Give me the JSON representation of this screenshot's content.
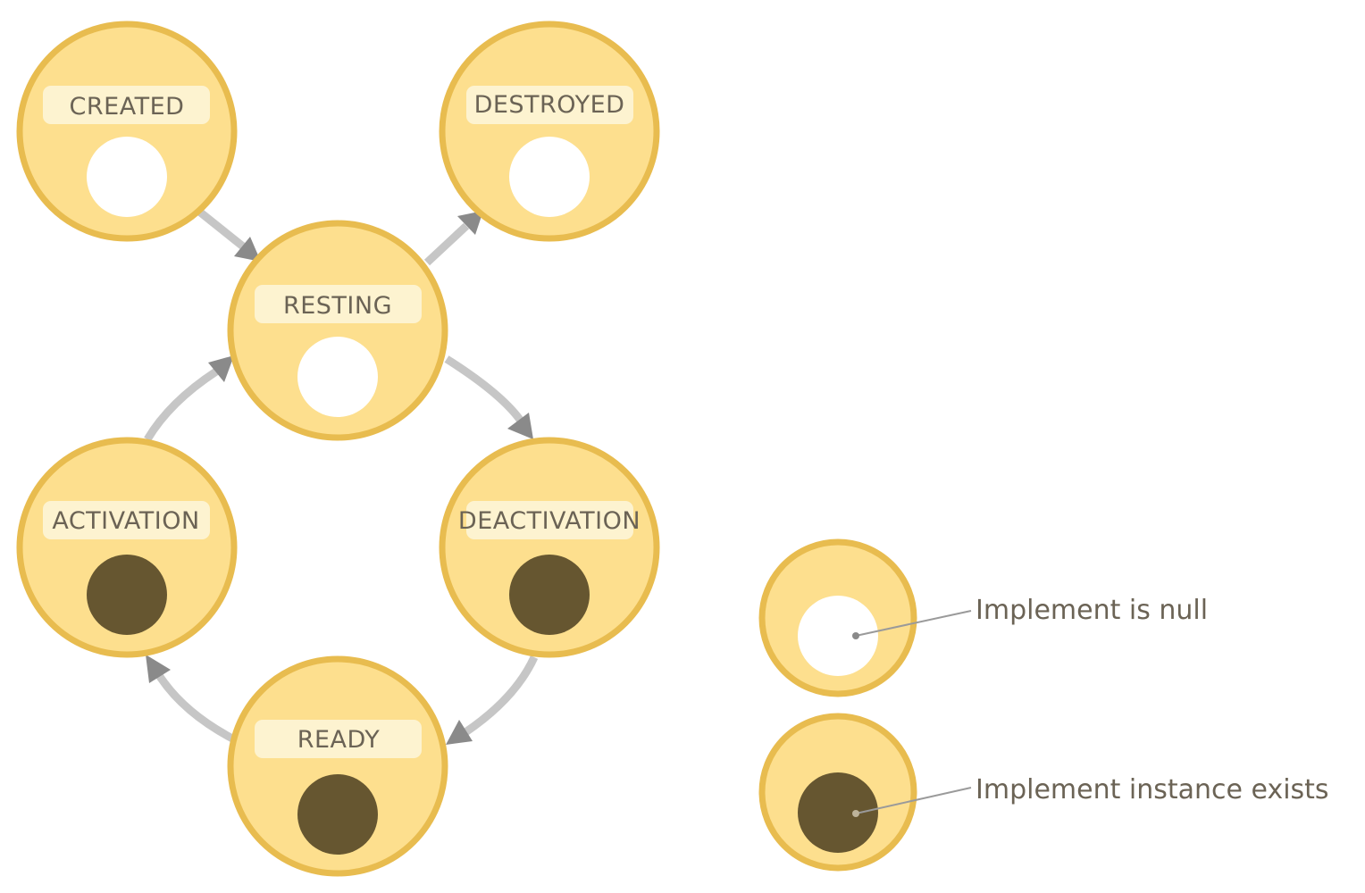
{
  "states": [
    {
      "id": "created",
      "label": "CREATED",
      "implement": "null"
    },
    {
      "id": "destroyed",
      "label": "DESTROYED",
      "implement": "null"
    },
    {
      "id": "resting",
      "label": "RESTING",
      "implement": "null"
    },
    {
      "id": "activation",
      "label": "ACTIVATION",
      "implement": "instance"
    },
    {
      "id": "deactivation",
      "label": "DEACTIVATION",
      "implement": "instance"
    },
    {
      "id": "ready",
      "label": "READY",
      "implement": "instance"
    }
  ],
  "transitions": [
    {
      "from": "created",
      "to": "resting"
    },
    {
      "from": "resting",
      "to": "destroyed"
    },
    {
      "from": "resting",
      "to": "deactivation"
    },
    {
      "from": "deactivation",
      "to": "ready"
    },
    {
      "from": "ready",
      "to": "activation"
    },
    {
      "from": "activation",
      "to": "resting"
    }
  ],
  "legend": {
    "null_label": "Implement is null",
    "instance_label": "Implement instance exists"
  },
  "colors": {
    "node_fill": "#fddf8e",
    "node_border": "#e8bc4f",
    "label_bg": "#fdf3d0",
    "null_fill": "#ffffff",
    "instance_fill": "#665630",
    "arrow_line": "#c6c6c6",
    "arrow_head": "#8a8a8a",
    "text": "#6b6355"
  }
}
